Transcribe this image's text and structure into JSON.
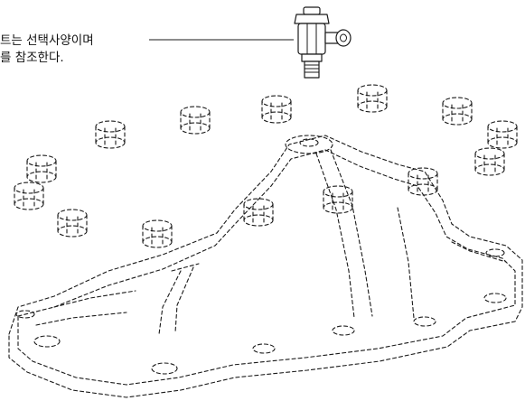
{
  "callout": {
    "line1": "트는 선택사양이며",
    "line2": "를 참조한다."
  },
  "parts": {
    "fitting_icon": "optional-valve-fitting",
    "nut_icon": "hex-nut",
    "cover_icon": "valve-cover-plate"
  }
}
